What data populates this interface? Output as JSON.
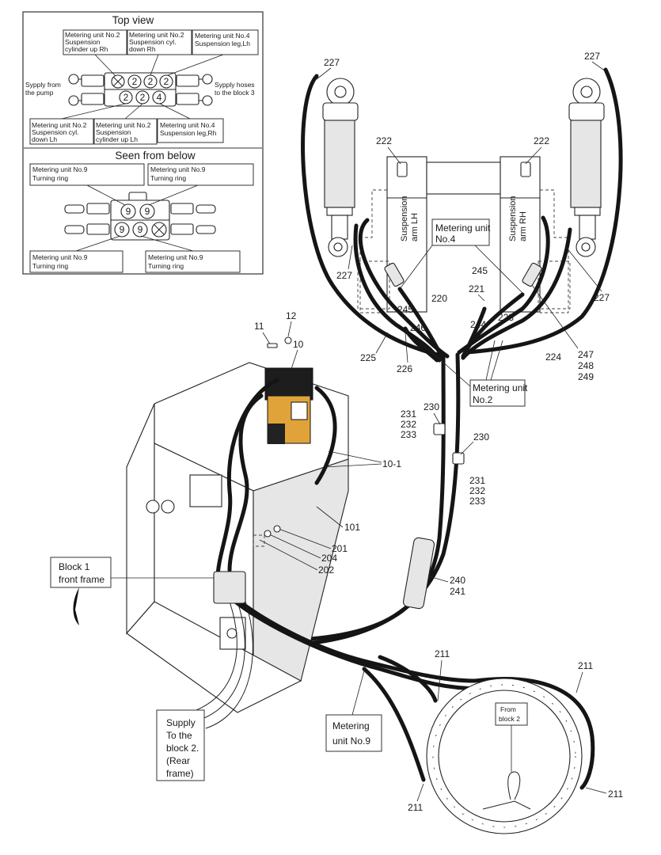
{
  "inset": {
    "top_title": "Top view",
    "top_labels": {
      "mu2_up_rh": [
        "Metering unit No.2",
        "Suspension",
        "cylinder up Rh"
      ],
      "mu2_down_rh": [
        "Metering unit No.2",
        "Suspension cyl.",
        "down Rh"
      ],
      "mu4_leg_lh": [
        "Metering unit No.4",
        "Suspension leg,Lh"
      ],
      "supply_pump": [
        "Sypply from",
        "the pump"
      ],
      "supply_block3": [
        "Sypply hoses",
        "to the block 3"
      ],
      "mu2_down_lh": [
        "Metering unit No.2",
        "Suspension cyl.",
        "down Lh"
      ],
      "mu2_up_lh": [
        "Metering unit No.2",
        "Suspension",
        "cylinder up Lh"
      ],
      "mu4_leg_rh": [
        "Metering unit No.4",
        "Suspension leg,Rh"
      ]
    },
    "top_numbers": [
      "2",
      "2",
      "2",
      "2",
      "2",
      "4"
    ],
    "below_title": "Seen from below",
    "below_labels": {
      "tl": [
        "Metering unit No.9",
        "Turning ring"
      ],
      "tr": [
        "Metering unit No.9",
        "Turning ring"
      ],
      "bl": [
        "Metering unit No.9",
        "Turning ring"
      ],
      "br": [
        "Metering unit No.9",
        "Turning ring"
      ]
    },
    "below_numbers": [
      "9",
      "9",
      "9",
      "9"
    ]
  },
  "callouts": {
    "mu4": [
      "Metering unit",
      "No.4"
    ],
    "mu2": [
      "Metering unit",
      "No.2"
    ],
    "block1": [
      "Block 1",
      "front frame"
    ],
    "mu9": [
      "Metering",
      "unit No.9"
    ],
    "supply2": [
      "Supply",
      "To the",
      "block 2.",
      "(Rear",
      "frame)"
    ],
    "from_block2": [
      "From",
      "block 2"
    ]
  },
  "arms": {
    "lh": [
      "Suspension",
      "arm LH"
    ],
    "rh": [
      "Suspension",
      "arm RH"
    ]
  },
  "part_numbers": {
    "p227_tl": "227",
    "p227_tr": "227",
    "p227_ml": "227",
    "p227_mr": "227",
    "p222_l": "222",
    "p222_r": "222",
    "p245_a": "245",
    "p245_b": "245",
    "p221": "221",
    "p220": "220",
    "p246": "246",
    "p244": "244",
    "p223": "223",
    "p225": "225",
    "p226": "226",
    "p224": "224",
    "p247": "247",
    "p248": "248",
    "p249": "249",
    "p12": "12",
    "p11": "11",
    "p10": "10",
    "p10_1": "10-1",
    "p230_a": "230",
    "p231_a": "231",
    "p232_a": "232",
    "p233_a": "233",
    "p230_b": "230",
    "p231_b": "231",
    "p232_b": "232",
    "p233_b": "233",
    "p101": "101",
    "p201": "201",
    "p204": "204",
    "p202": "202",
    "p240": "240",
    "p241": "241",
    "p211_a": "211",
    "p211_b": "211",
    "p211_c": "211",
    "p211_d": "211"
  }
}
